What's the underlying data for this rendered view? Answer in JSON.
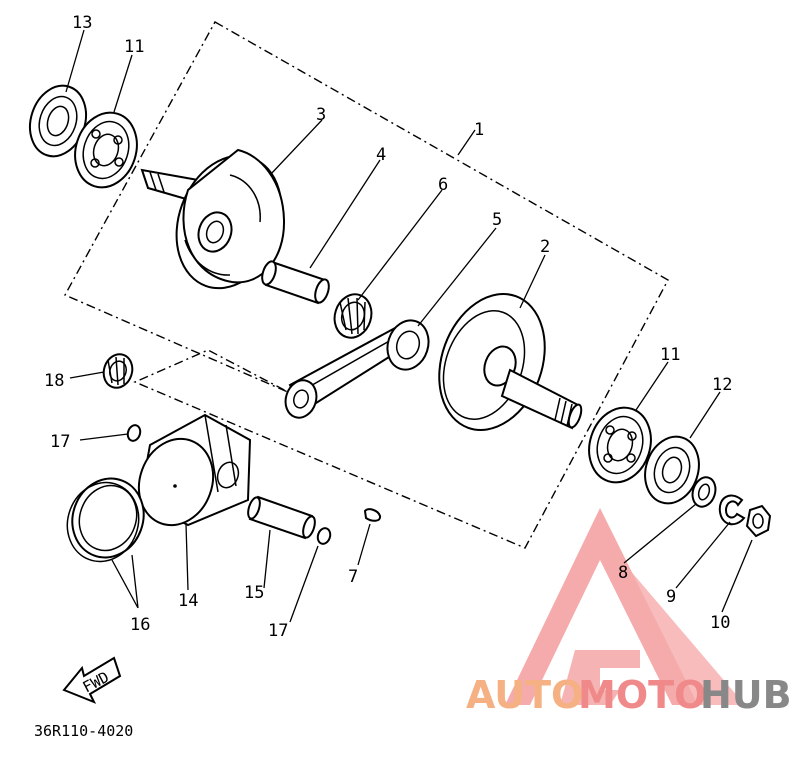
{
  "diagram": {
    "part_numbers": [
      "1",
      "2",
      "3",
      "4",
      "5",
      "6",
      "7",
      "8",
      "9",
      "10",
      "11",
      "11",
      "12",
      "13",
      "14",
      "15",
      "16",
      "17",
      "17",
      "18"
    ],
    "fwd_label": "FWD",
    "drawing_code": "36R110-4020"
  },
  "watermark": {
    "part1": "AUTO",
    "part2": "MOTO",
    "part3": "HUB",
    "colors": {
      "auto": "#f5b183",
      "moto": "#f08a8a",
      "hub": "#888888",
      "logo": "#f28f8f"
    }
  }
}
